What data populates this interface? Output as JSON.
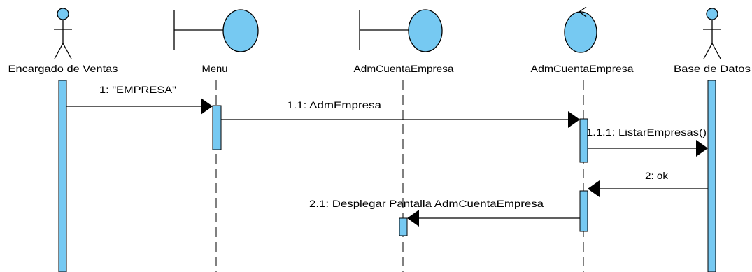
{
  "colors": {
    "fill": "#76C9F2",
    "stroke": "#000000",
    "background": "#FFFFFF"
  },
  "lifelines": [
    {
      "id": "ventas",
      "name": "Encargado de Ventas",
      "icon": "actor-icon"
    },
    {
      "id": "menu",
      "name": "Menu",
      "icon": "boundary-icon"
    },
    {
      "id": "boundary2",
      "name": "AdmCuentaEmpresa",
      "icon": "boundary-icon"
    },
    {
      "id": "control",
      "name": "AdmCuentaEmpresa",
      "icon": "control-icon"
    },
    {
      "id": "bd",
      "name": "Base de Datos",
      "icon": "actor-icon"
    }
  ],
  "messages": [
    {
      "label": "1: \"EMPRESA\"",
      "from": "ventas",
      "to": "menu",
      "kind": "call"
    },
    {
      "label": "1.1: AdmEmpresa",
      "from": "menu",
      "to": "control",
      "kind": "call"
    },
    {
      "label": "1.1.1: ListarEmpresas()",
      "from": "control",
      "to": "bd",
      "kind": "call"
    },
    {
      "label": "2: ok",
      "from": "bd",
      "to": "control",
      "kind": "call"
    },
    {
      "label": "2.1: Desplegar Pantalla AdmCuentaEmpresa",
      "from": "control",
      "to": "boundary2",
      "kind": "call"
    }
  ]
}
